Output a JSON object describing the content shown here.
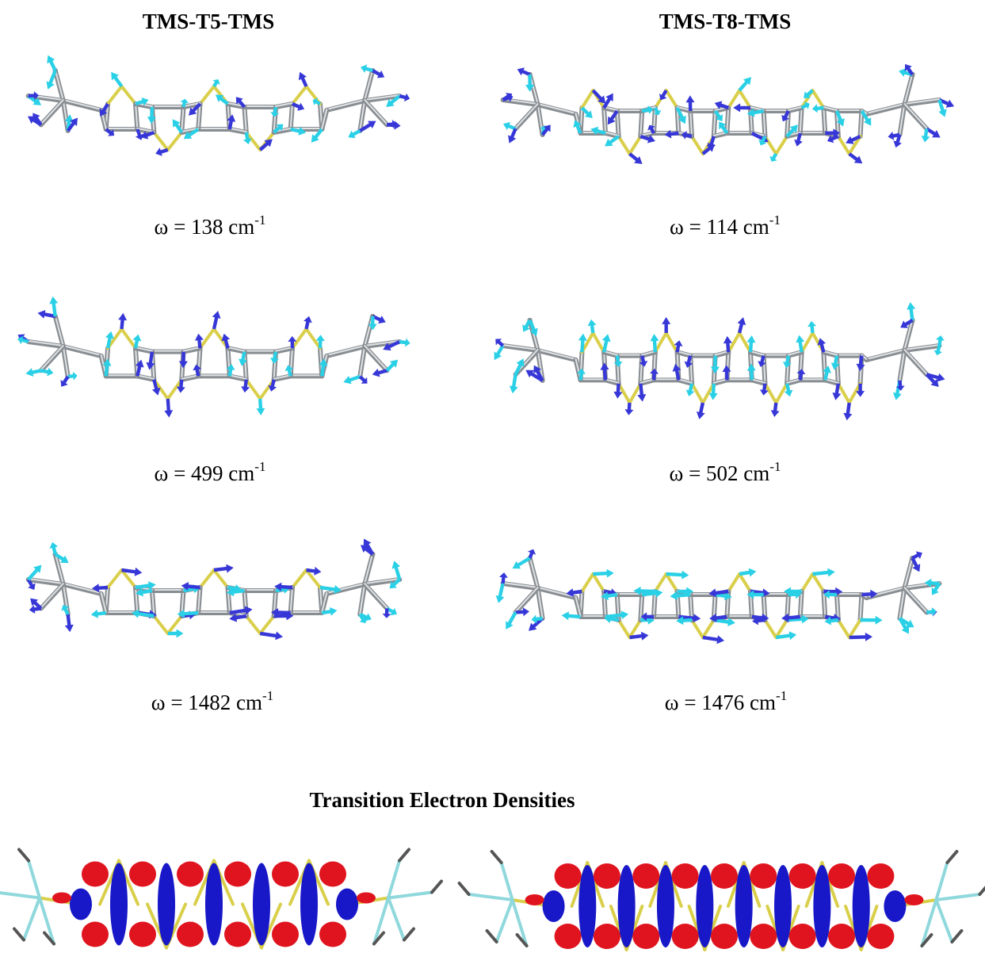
{
  "columns": [
    {
      "title": "TMS-T5-TMS"
    },
    {
      "title": "TMS-T8-TMS"
    }
  ],
  "rows": [
    {
      "left": {
        "omega": "ω = 138 cm",
        "exp": "-1"
      },
      "right": {
        "omega": "ω = 114 cm",
        "exp": "-1"
      }
    },
    {
      "left": {
        "omega": "ω = 499 cm",
        "exp": "-1"
      },
      "right": {
        "omega": "ω = 502 cm",
        "exp": "-1"
      }
    },
    {
      "left": {
        "omega": "ω = 1482 cm",
        "exp": "-1"
      },
      "right": {
        "omega": "ω = 1476 cm",
        "exp": "-1"
      }
    }
  ],
  "section_title": "Transition Electron Densities",
  "colors": {
    "carbon": "#888d92",
    "sulfur": "#d9cf4a",
    "arrow_cyan": "#2ad0e6",
    "arrow_blue": "#3737d8",
    "density_positive": "#e0141e",
    "density_negative": "#1818c8"
  }
}
